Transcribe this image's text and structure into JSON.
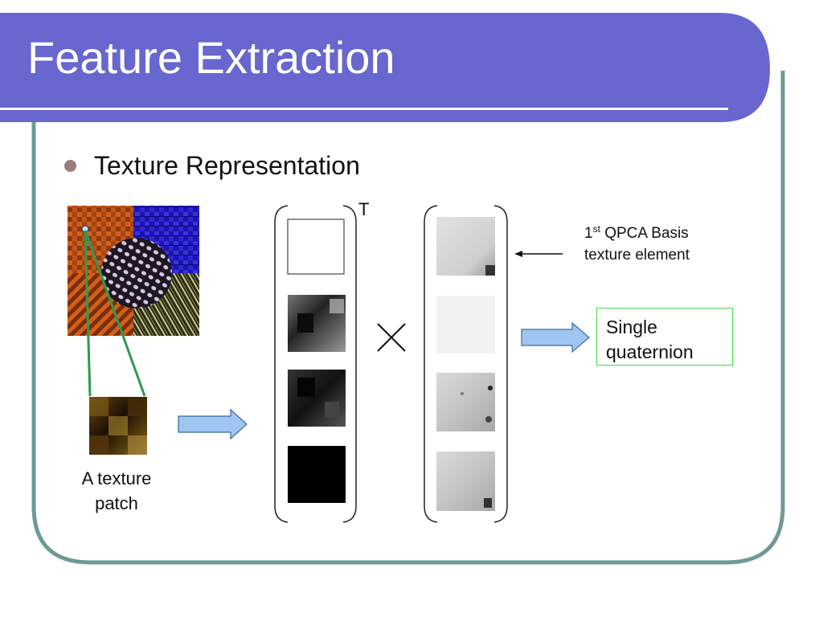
{
  "slide": {
    "title": "Feature Extraction",
    "bullet": "Texture Representation",
    "transpose_symbol": "T",
    "multiply_symbol": "×",
    "basis_label": {
      "ordinal_number": "1",
      "ordinal_suffix": "st",
      "line1_rest": " QPCA Basis",
      "line2": "texture element"
    },
    "result_label": {
      "line1": "Single",
      "line2": "quaternion"
    },
    "patch_label": {
      "line1": "A texture",
      "line2": "patch"
    }
  },
  "colors": {
    "header_fill": "#6767cf",
    "header_underline": "#ffffff",
    "frame_border": "#6e9a96",
    "arrow_fill": "#9ec6f0",
    "arrow_stroke": "#3a6a9a",
    "result_border": "#44dd44",
    "zoom_line": "#2e9a50",
    "bullet": "#9c7c7c"
  }
}
